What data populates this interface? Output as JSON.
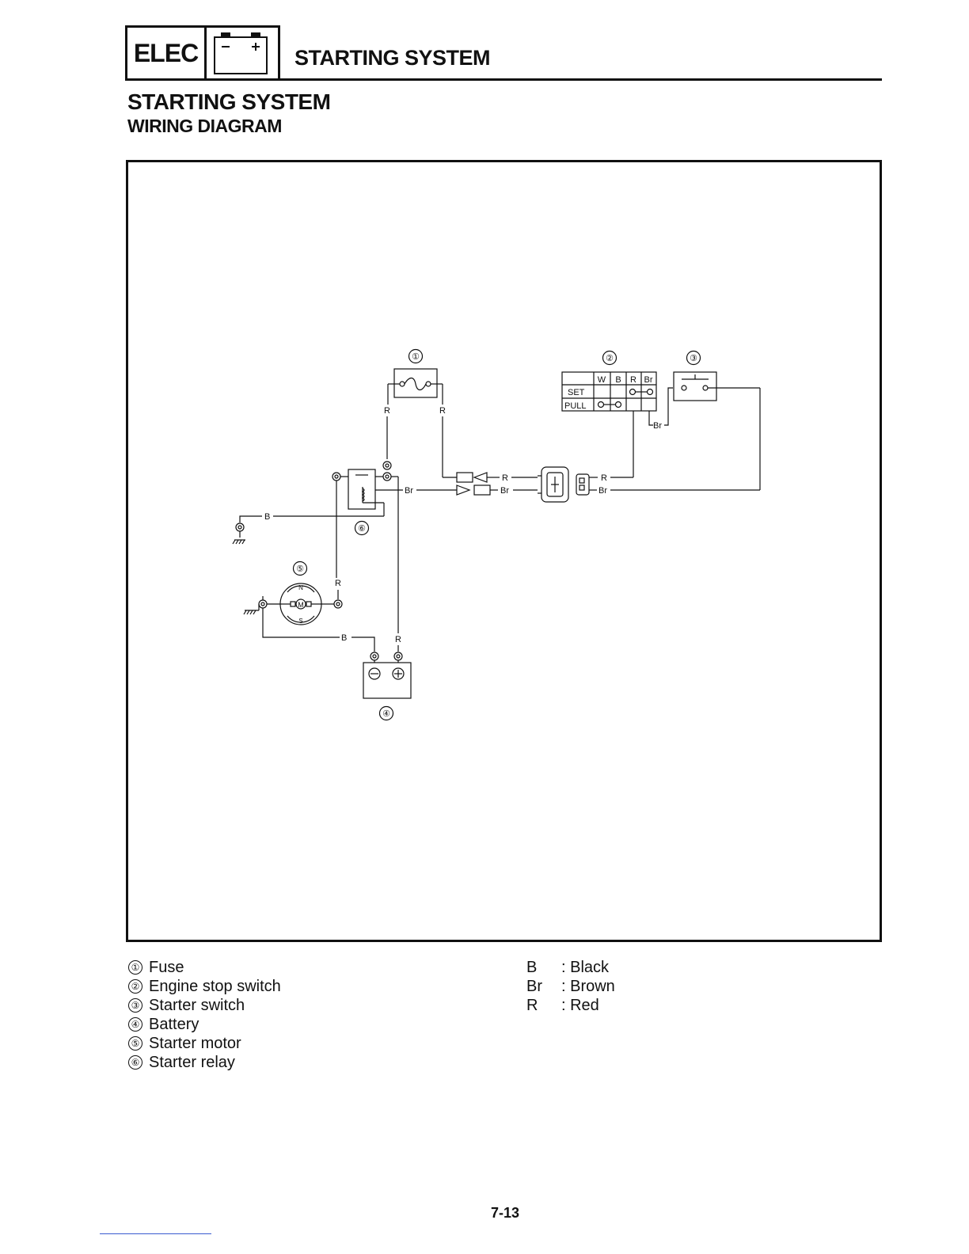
{
  "header": {
    "badge": "ELEC",
    "battery_icon": "battery-icon",
    "title": "STARTING SYSTEM"
  },
  "section": {
    "title": "STARTING SYSTEM",
    "subtitle": "WIRING DIAGRAM"
  },
  "diagram": {
    "callouts": [
      "①",
      "②",
      "③",
      "④",
      "⑤",
      "⑥"
    ],
    "switch_table": {
      "columns": [
        "W",
        "B",
        "R",
        "Br"
      ],
      "rows": [
        "SET",
        "PULL"
      ]
    },
    "wire_labels": {
      "r": "R",
      "br": "Br",
      "b": "B"
    },
    "motor_labels": {
      "n": "N",
      "s": "S",
      "m": "M"
    }
  },
  "legend": [
    {
      "num": "①",
      "label": "Fuse"
    },
    {
      "num": "②",
      "label": "Engine stop switch"
    },
    {
      "num": "③",
      "label": "Starter switch"
    },
    {
      "num": "④",
      "label": "Battery"
    },
    {
      "num": "⑤",
      "label": "Starter motor"
    },
    {
      "num": "⑥",
      "label": "Starter relay"
    }
  ],
  "color_codes": [
    {
      "code": "B",
      "meaning": ": Black"
    },
    {
      "code": "Br",
      "meaning": ": Brown"
    },
    {
      "code": "R",
      "meaning": ": Red"
    }
  ],
  "page_number": "7-13"
}
